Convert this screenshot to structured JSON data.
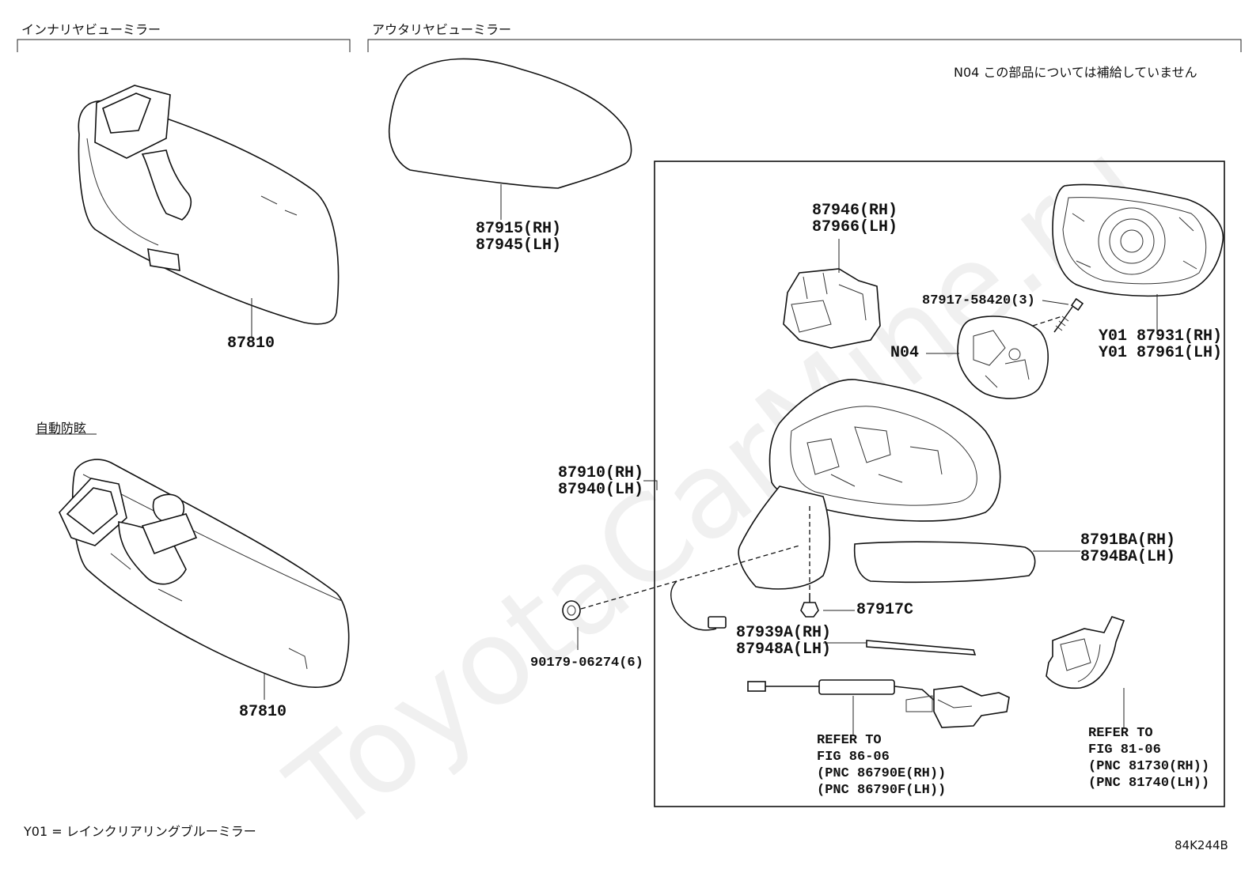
{
  "headers": {
    "interior": "インナリヤビューミラー",
    "exterior": "アウタリヤビューミラー",
    "auto_dimming": "自動防眩"
  },
  "notes": {
    "n04": "N04 この部品については補給していません",
    "y01": "Y01 = レインクリアリングブルーミラー",
    "code": "84K244B"
  },
  "watermark": "ToyotaCarMine.ru",
  "parts": {
    "p87810_top": "87810",
    "p87810_bottom": "87810",
    "p87915": [
      "87915(RH)",
      "87945(LH)"
    ],
    "p87946": [
      "87946(RH)",
      "87966(LH)"
    ],
    "p87917_58420": "87917-58420(3)",
    "n04_label": "N04",
    "p87931": [
      "Y01 87931(RH)",
      "Y01 87961(LH)"
    ],
    "p87910": [
      "87910(RH)",
      "87940(LH)"
    ],
    "p8791BA": [
      "8791BA(RH)",
      "8794BA(LH)"
    ],
    "p87917C": "87917C",
    "p90179": "90179-06274(6)",
    "p87939A": [
      "87939A(RH)",
      "87948A(LH)"
    ],
    "ref_86": [
      "REFER TO",
      "FIG 86-06",
      "(PNC 86790E(RH))",
      "(PNC 86790F(LH))"
    ],
    "ref_81": [
      "REFER TO",
      "FIG 81-06",
      "(PNC 81730(RH))",
      "(PNC 81740(LH))"
    ]
  }
}
